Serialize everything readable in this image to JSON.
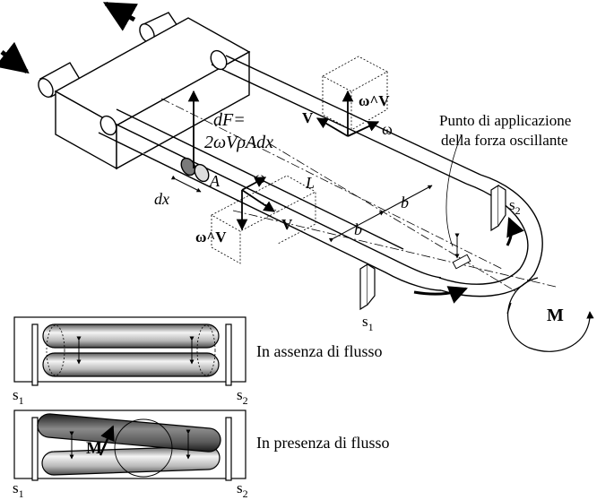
{
  "labels": {
    "df_line1": "dF=",
    "df_line2": "2ωVρAdx",
    "area": "A",
    "dx": "dx",
    "length": "L",
    "half_left": "b",
    "half_right": "b",
    "omega_near": "ω",
    "v_near": "V",
    "cross_near": "ω^V",
    "omega_far": "ω",
    "v_far": "V",
    "cross_far": "ω^V",
    "moment_main": "M",
    "sensor_1": "s",
    "sensor_1_sub": "1",
    "sensor_2": "s",
    "sensor_2_sub": "2",
    "application_line1": "Punto di applicazione",
    "application_line2": "della forza oscillante",
    "no_flow_caption": "In assenza di flusso",
    "flow_caption": "In presenza di flusso",
    "moment_lower": "M",
    "lower_s1": "s",
    "lower_s1_sub": "1",
    "lower_s2": "s",
    "lower_s2_sub": "2",
    "upper_s1": "s",
    "upper_s1_sub": "1",
    "upper_s2": "s",
    "upper_s2_sub": "2"
  },
  "colors": {
    "ink": "#000000",
    "tube_light": "#f2f2f2",
    "tube_mid": "#9a9a9a",
    "tube_dark": "#3a3a3a",
    "frame": "#ffffff"
  }
}
